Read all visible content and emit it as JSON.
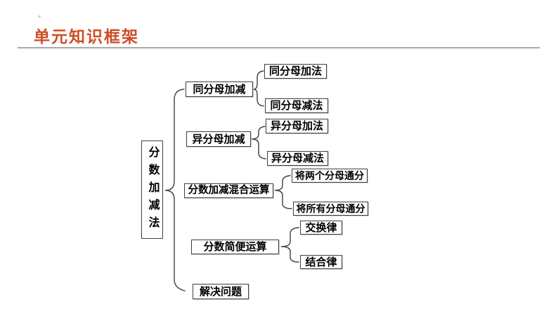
{
  "page": {
    "title": "单元知识框架",
    "title_color": "#cc4e25",
    "divider_color": "#a8a8a8"
  },
  "tree": {
    "root": {
      "label": "分数加减法"
    },
    "branches": [
      {
        "label": "同分母加减",
        "children": [
          "同分母加法",
          "同分母减法"
        ]
      },
      {
        "label": "异分母加减",
        "children": [
          "异分母加法",
          "异分母减法"
        ]
      },
      {
        "label": "分数加减混合运算",
        "children": [
          "将两个分母通分",
          "将所有分母通分"
        ]
      },
      {
        "label": "分数简便运算",
        "children": [
          "交换律",
          "结合律"
        ]
      },
      {
        "label": "解决问题",
        "children": []
      }
    ]
  }
}
